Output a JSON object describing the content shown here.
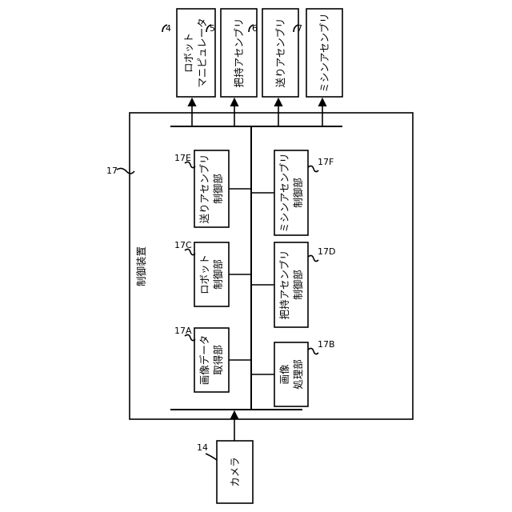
{
  "controller": {
    "ref": "17",
    "title": "制御装置"
  },
  "camera": {
    "ref": "14",
    "label": "カメラ"
  },
  "devices": [
    {
      "ref": "4",
      "lines": [
        "ロボット",
        "マニピュレータ"
      ]
    },
    {
      "ref": "5",
      "lines": [
        "把持アセンブリ"
      ]
    },
    {
      "ref": "6",
      "lines": [
        "送りアセンブリ"
      ]
    },
    {
      "ref": "7",
      "lines": [
        "ミシンアセンブリ"
      ]
    }
  ],
  "units": [
    {
      "ref": "17A",
      "lines": [
        "画像データ",
        "取得部"
      ]
    },
    {
      "ref": "17B",
      "lines": [
        "画像",
        "処理部"
      ]
    },
    {
      "ref": "17C",
      "lines": [
        "ロボット",
        "制御部"
      ]
    },
    {
      "ref": "17D",
      "lines": [
        "把持アセンブリ",
        "制御部"
      ]
    },
    {
      "ref": "17E",
      "lines": [
        "送りアセンブリ",
        "制御部"
      ]
    },
    {
      "ref": "17F",
      "lines": [
        "ミシンアセンブリ",
        "制御部"
      ]
    }
  ]
}
